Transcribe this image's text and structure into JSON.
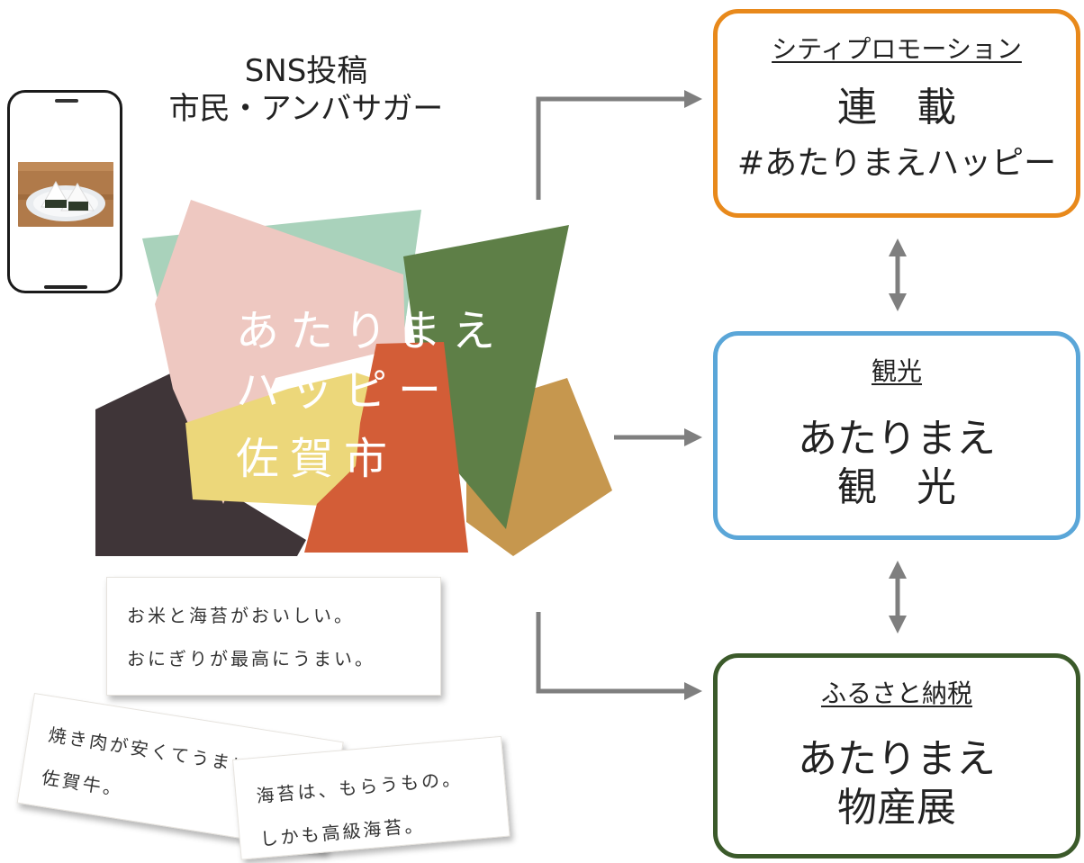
{
  "sns": {
    "title_line1": "SNS投稿",
    "title_line2": "市民・アンバサガー"
  },
  "logo": {
    "line1": "あたりまえ",
    "line2": "ハッピー",
    "line3": "佐賀市",
    "colors": {
      "mint": "#a9d2bb",
      "pink": "#eec8c1",
      "green": "#5e7f47",
      "dark": "#3f3538",
      "yellow": "#ecd77a",
      "orange": "#d35d37",
      "gold": "#c6974e"
    }
  },
  "cards": [
    {
      "line1": "お米と海苔がおいしい。",
      "line2": "おにぎりが最高にうまい。"
    },
    {
      "line1": "焼き肉が安くてうまい。",
      "line2": "佐賀牛。"
    },
    {
      "line1": "海苔は、もらうもの。",
      "line2": "しかも高級海苔。"
    }
  ],
  "boxes": {
    "promo": {
      "label": "シティプロモーション",
      "title": "連　載",
      "subtitle": "#あたりまえハッピー",
      "color": "#e8891b"
    },
    "tourism": {
      "label": "観光",
      "title_line1": "あたりまえ",
      "title_line2": "観　光",
      "color": "#5aa6d8"
    },
    "furusato": {
      "label": "ふるさと納税",
      "title_line1": "あたりまえ",
      "title_line2": "物産展",
      "color": "#3b5a2a"
    }
  },
  "connector_color": "#7f7f7f"
}
